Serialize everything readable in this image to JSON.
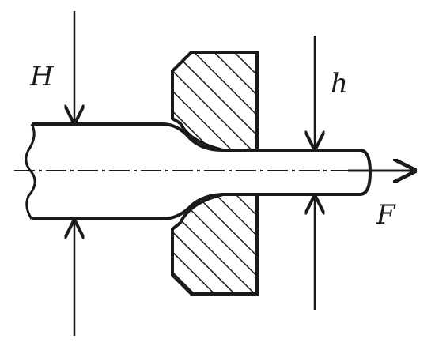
{
  "diagram": {
    "labels": {
      "H": "H",
      "h": "h",
      "F": "F"
    },
    "ink_color": "#1a1a1a",
    "background": "#ffffff"
  }
}
